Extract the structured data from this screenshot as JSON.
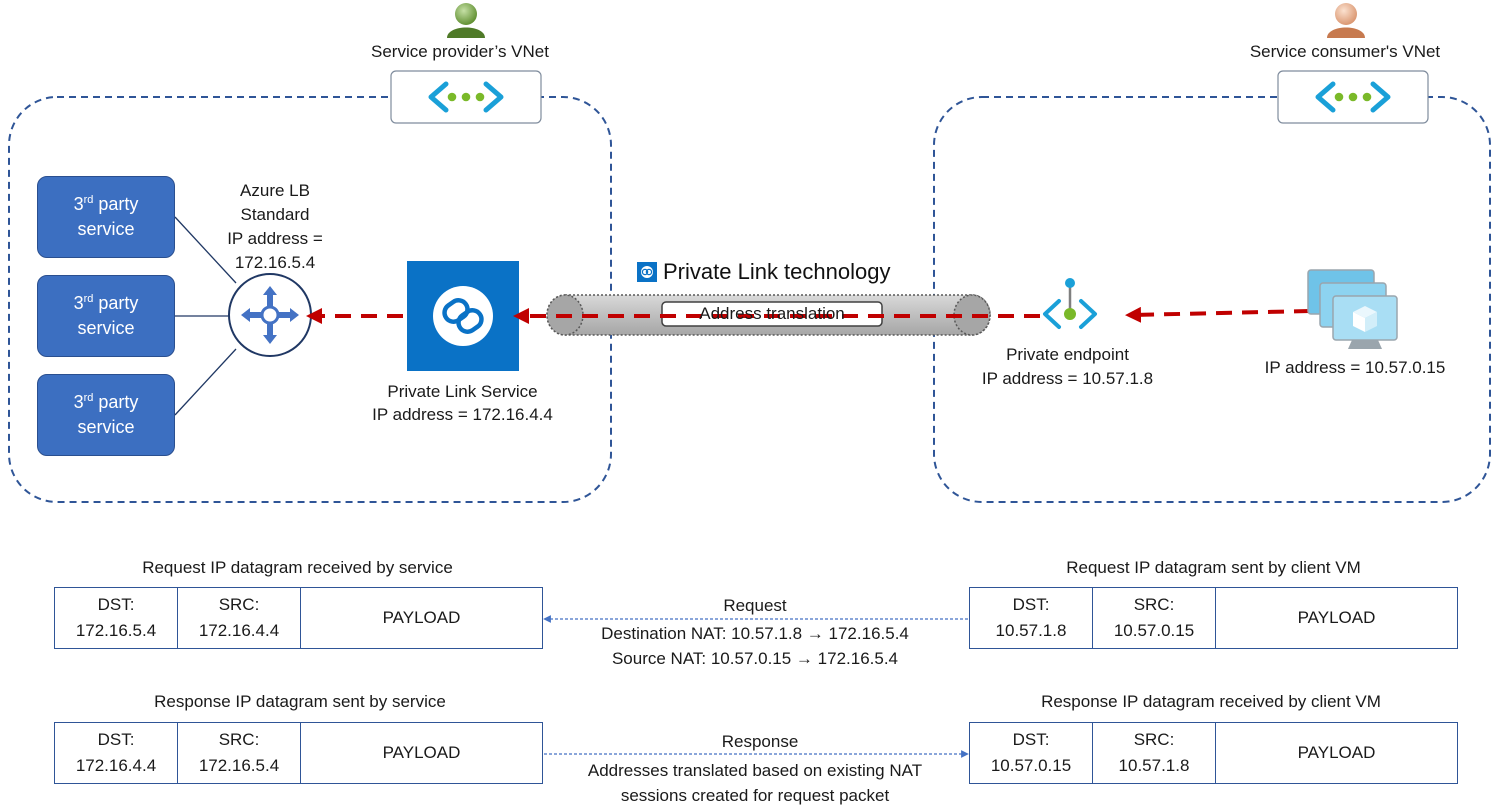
{
  "provider": {
    "vnet_label": "Service provider’s VNet",
    "service_label_sup": "rd",
    "service_label_pre": "3",
    "service_label_line1": "party",
    "service_label_line2": "service",
    "lb_lines": [
      "Azure LB",
      "Standard",
      "IP address =",
      "172.16.5.4"
    ],
    "pls_lines": [
      "Private Link Service",
      "IP address = 172.16.4.4"
    ]
  },
  "consumer": {
    "vnet_label": "Service consumer's VNet",
    "pe_lines": [
      "Private endpoint",
      "IP address = 10.57.1.8"
    ],
    "vm_label": "IP address = 10.57.0.15"
  },
  "private_link": {
    "title": "Private Link technology",
    "translation_label": "Address translation"
  },
  "request": {
    "received_title": "Request IP datagram received by service",
    "received": {
      "dst_label": "DST:",
      "dst": "172.16.5.4",
      "src_label": "SRC:",
      "src": "172.16.4.4",
      "payload": "PAYLOAD"
    },
    "sent_title": "Request IP datagram sent by client VM",
    "sent": {
      "dst_label": "DST:",
      "dst": "10.57.1.8",
      "src_label": "SRC:",
      "src": "10.57.0.15",
      "payload": "PAYLOAD"
    },
    "arrow_label": "Request",
    "nat_lines": [
      "Destination NAT: 10.57.1.8 → 172.16.5.4",
      "Source NAT: 10.57.0.15 → 172.16.5.4"
    ]
  },
  "response": {
    "sent_title": "Response IP datagram sent by service",
    "sent": {
      "dst_label": "DST:",
      "dst": "172.16.4.4",
      "src_label": "SRC:",
      "src": "172.16.5.4",
      "payload": "PAYLOAD"
    },
    "received_title": "Response IP datagram received by client VM",
    "received": {
      "dst_label": "DST:",
      "dst": "10.57.0.15",
      "src_label": "SRC:",
      "src": "10.57.1.8",
      "payload": "PAYLOAD"
    },
    "arrow_label": "Response",
    "note_lines": [
      "Addresses translated based on existing NAT",
      "sessions created for request packet"
    ]
  },
  "colors": {
    "vnet_border": "#2f5597",
    "service_fill": "#3c6fc1",
    "arrow_red": "#c00000",
    "pls_blue": "#0a72c6",
    "vnet_green": "#7ab929",
    "vnet_blue": "#1aa0d8"
  },
  "icons": {
    "provider_user": "person-green-icon",
    "consumer_user": "person-peach-icon",
    "vnet": "vnet-icon",
    "load_balancer": "load-balancer-icon",
    "private_link_service": "private-link-icon",
    "private_endpoint": "private-endpoint-icon",
    "virtual_machines": "vm-stack-icon"
  }
}
